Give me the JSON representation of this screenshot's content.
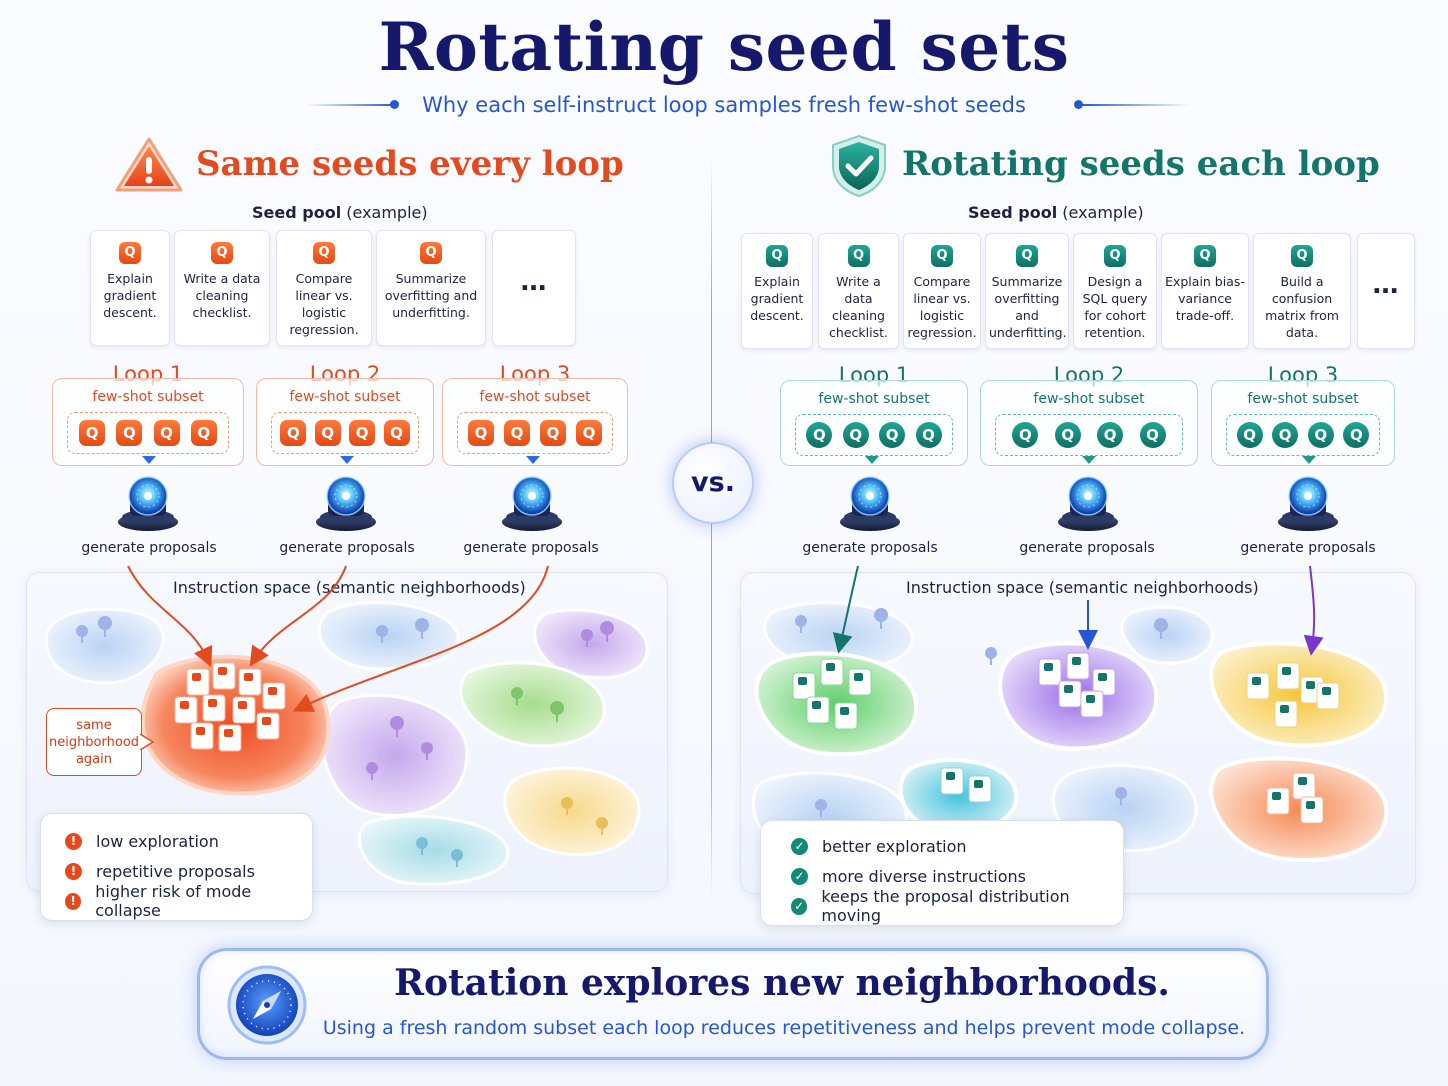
{
  "header": {
    "title": "Rotating seed sets",
    "subtitle": "Why each self-instruct loop samples fresh few-shot seeds"
  },
  "left": {
    "title": "Same seeds every loop",
    "pool_label_bold": "Seed pool",
    "pool_label_rest": "(example)",
    "seeds": [
      "Explain gradient descent.",
      "Write a data cleaning checklist.",
      "Compare linear vs. logistic regression.",
      "Summarize overfitting and underfitting."
    ],
    "more": "…",
    "loops": [
      {
        "title": "Loop 1",
        "subtitle": "few-shot subset"
      },
      {
        "title": "Loop 2",
        "subtitle": "few-shot subset"
      },
      {
        "title": "Loop 3",
        "subtitle": "few-shot subset"
      }
    ],
    "gen_label": "generate proposals",
    "space_label": "Instruction space (semantic neighborhoods)",
    "callout": [
      "same",
      "neighborhood",
      "again"
    ],
    "results": [
      "low exploration",
      "repetitive proposals",
      "higher risk of mode collapse"
    ]
  },
  "right": {
    "title": "Rotating seeds each loop",
    "pool_label_bold": "Seed pool",
    "pool_label_rest": "(example)",
    "seeds": [
      "Explain gradient descent.",
      "Write a data cleaning checklist.",
      "Compare linear vs. logistic regression.",
      "Summarize overfitting and underfitting.",
      "Design a SQL query for cohort retention.",
      "Explain bias-variance trade-off.",
      "Build a confusion matrix from data."
    ],
    "more": "…",
    "loops": [
      {
        "title": "Loop 1",
        "subtitle": "few-shot subset"
      },
      {
        "title": "Loop 2",
        "subtitle": "few-shot subset"
      },
      {
        "title": "Loop 3",
        "subtitle": "few-shot subset"
      }
    ],
    "gen_label": "generate proposals",
    "space_label": "Instruction space (semantic neighborhoods)",
    "results": [
      "better exploration",
      "more diverse instructions",
      "keeps the proposal distribution moving"
    ]
  },
  "vs": "vs.",
  "q_glyph": "Q",
  "banner": {
    "title": "Rotation explores new neighborhoods.",
    "subtitle": "Using a fresh random subset each loop reduces repetitiveness and helps prevent mode collapse."
  },
  "colors": {
    "left_accent": "#e24a1f",
    "right_accent": "#14756a",
    "title_navy": "#16196b",
    "subtitle_blue": "#2456d6"
  },
  "icons": {
    "left_heading": "warning-triangle-icon",
    "right_heading": "shield-check-icon",
    "generator": "glowing-generator-icon",
    "banner": "compass-icon"
  }
}
